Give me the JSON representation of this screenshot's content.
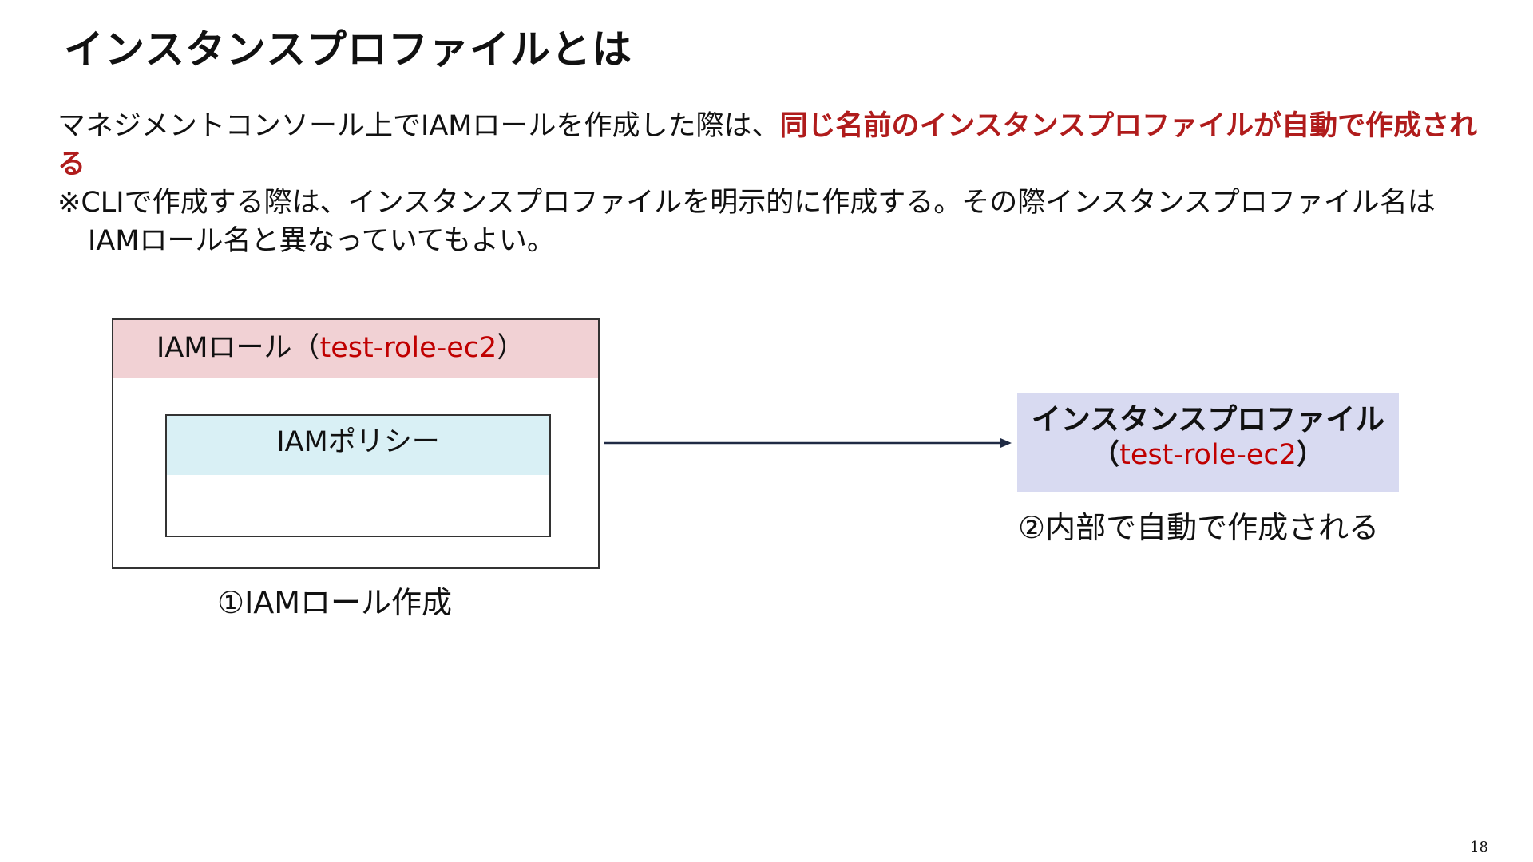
{
  "slide": {
    "title": "インスタンスプロファイルとは",
    "page_number": "18"
  },
  "body": {
    "line1_plain": "マネジメントコンソール上でIAMロールを作成した際は、",
    "line1_emphasis": "同じ名前のインスタンスプロファイルが自動で作成される",
    "note": "※CLIで作成する際は、インスタンスプロファイルを明示的に作成する。その際インスタンスプロファイル名はIAMロール名と異なっていてもよい。"
  },
  "diagram": {
    "role_box": {
      "label_prefix": "IAMロール（",
      "role_name": "test-role-ec2",
      "label_suffix": "）"
    },
    "policy_box": {
      "label": "IAMポリシー"
    },
    "role_caption": "①IAMロール作成",
    "profile_box": {
      "title": "インスタンスプロファイル",
      "paren_open": "（",
      "profile_name": "test-role-ec2",
      "paren_close": "）"
    },
    "profile_caption": "②内部で自動で作成される"
  },
  "colors": {
    "emphasis_red": "#b01c1c",
    "name_red": "#c00000",
    "role_header_fill": "#f1d1d4",
    "policy_header_fill": "#d9f0f5",
    "profile_fill": "#d8daf1",
    "arrow": "#1f2a44"
  }
}
